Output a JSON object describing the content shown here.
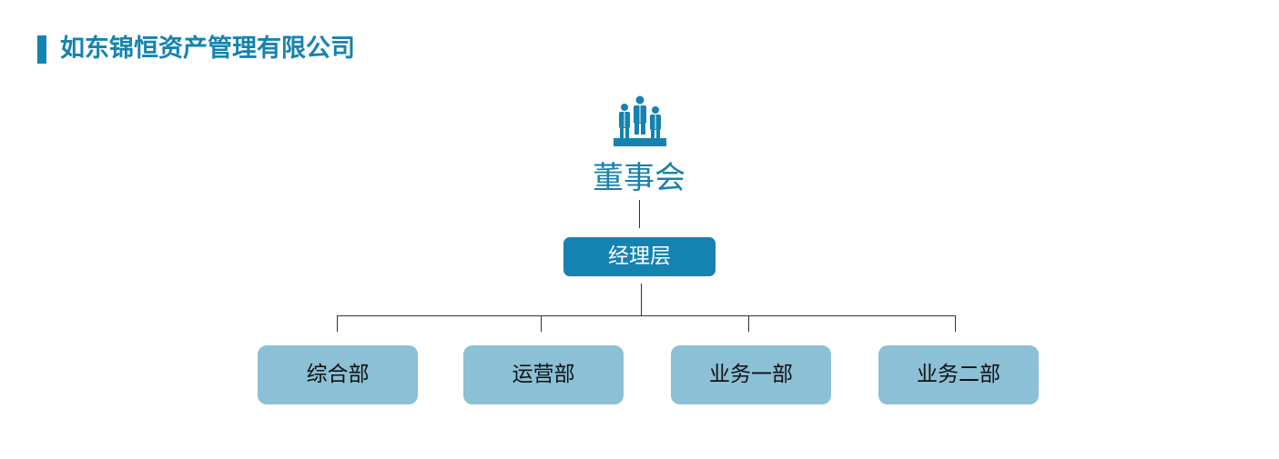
{
  "header": {
    "title": "如东锦恒资产管理有限公司",
    "accent_color": "#1483b1"
  },
  "org_chart": {
    "board": {
      "label": "董事会",
      "icon": "people-group-icon"
    },
    "management": {
      "label": "经理层"
    },
    "departments": [
      {
        "label": "综合部"
      },
      {
        "label": "运营部"
      },
      {
        "label": "业务一部"
      },
      {
        "label": "业务二部"
      }
    ],
    "colors": {
      "primary": "#1483b1",
      "department_fill": "#8bc0d6",
      "connector": "#333333"
    }
  }
}
